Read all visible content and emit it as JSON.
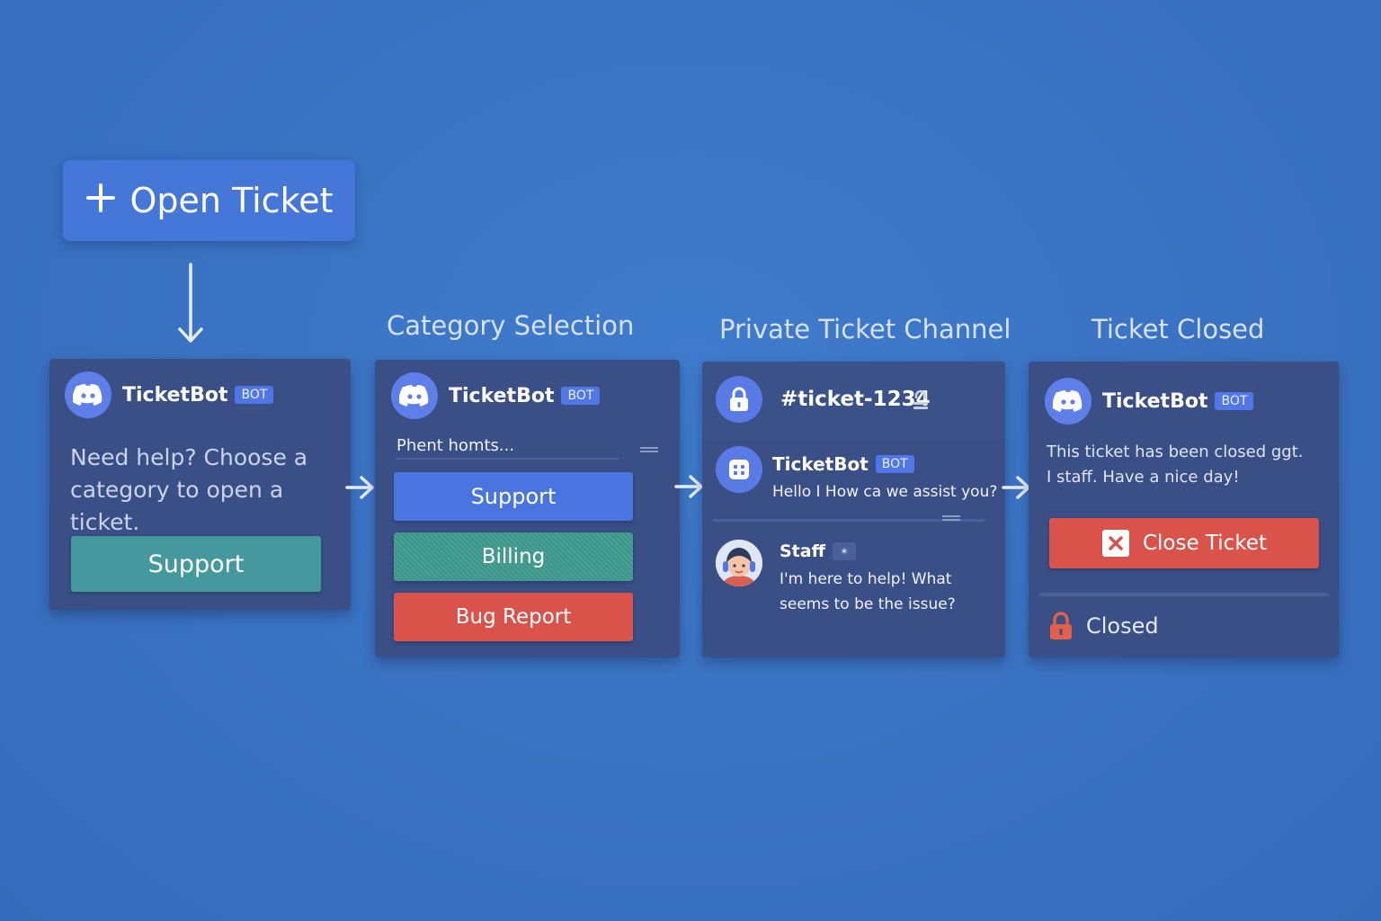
{
  "open_button": {
    "label": "Open Ticket",
    "icon": "plus-icon"
  },
  "steps": {
    "category": "Category Selection",
    "channel": "Private Ticket Channel",
    "closed": "Ticket Closed"
  },
  "panel1": {
    "bot_name": "TicketBot",
    "bot_tag": "BOT",
    "message": "Need help? Choose a category to open a ticket.",
    "button": "Support"
  },
  "panel2": {
    "bot_name": "TicketBot",
    "bot_tag": "BOT",
    "placeholder": "Phent homts...",
    "options": [
      "Support",
      "Billing",
      "Bug Report"
    ]
  },
  "panel3": {
    "channel_name": "#ticket-1234",
    "bot_name": "TicketBot",
    "bot_tag": "BOT",
    "bot_message": "Hello I How ca we assist you?",
    "staff_name": "Staff",
    "staff_message": "I'm here to help! What seems to be the issue?"
  },
  "panel4": {
    "bot_name": "TicketBot",
    "bot_tag": "BOT",
    "message_line1": "This ticket has been closed ggt.",
    "message_line2": "I staff. Have a nice day!",
    "close_button": "Close Ticket",
    "status": "Closed"
  },
  "colors": {
    "background": "#3a72c2",
    "panel": "#3a4f86",
    "blurple": "#4f78e6",
    "teal": "#45999e",
    "red": "#d9534a",
    "orange_lock": "#e0604a"
  }
}
